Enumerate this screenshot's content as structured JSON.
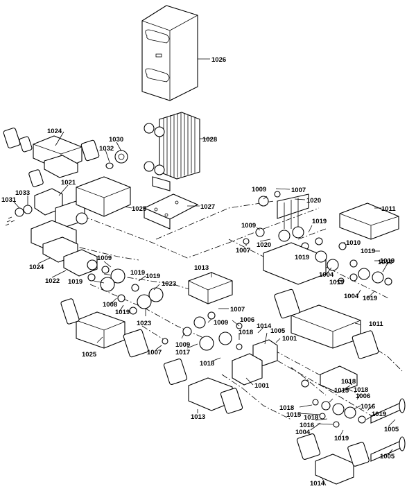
{
  "labels": {
    "l1026": "1026",
    "l1028": "1028",
    "l1024": "1024",
    "l1030": "1030",
    "l1032": "1032",
    "l1021": "1021",
    "l1033": "1033",
    "l1031": "1031",
    "l1025a": "1025",
    "l1027": "1027",
    "l1024b": "1024",
    "l1022": "1022",
    "l1009a": "1009",
    "l1009b": "1009",
    "l1007a": "1007",
    "l1020a": "1020",
    "l1011a": "1011",
    "l1009c": "1009",
    "l1007b": "1007",
    "l1020b": "1020",
    "l1019a": "1019",
    "l1010": "1010",
    "l1019b": "1019",
    "l1019c": "1019",
    "l1019d": "1019",
    "l1004a": "1004",
    "l1019e": "1019",
    "l1004b": "1004",
    "l1019f": "1019",
    "l1019g": "1019",
    "l1013a": "1013",
    "l1019h": "1019",
    "l1019i": "1019",
    "l1023a": "1023",
    "l1019j": "1019",
    "l1008": "1008",
    "l1019k": "1019",
    "l1023b": "1023",
    "l1007c": "1007",
    "l1009d": "1009",
    "l1006a": "1006",
    "l1018a": "1018",
    "l1014a": "1014",
    "l1005a": "1005",
    "l1001a": "1001",
    "l1011b": "1011",
    "l1025b": "1025",
    "l1009e": "1009",
    "l1007d": "1007",
    "l1017": "1017",
    "l1018b": "1018",
    "l1001b": "1001",
    "l1018c": "1018",
    "l1018d": "1018",
    "l1006b": "1006",
    "l1015a": "1015",
    "l1018e": "1018",
    "l1015b": "1015",
    "l1016a": "1016",
    "l1018f": "1018",
    "l1016b": "1016",
    "l1019l": "1019",
    "l1004c": "1004",
    "l1019m": "1019",
    "l1005b": "1005",
    "l1013b": "1013",
    "l1005c": "1005",
    "l1014b": "1014"
  }
}
